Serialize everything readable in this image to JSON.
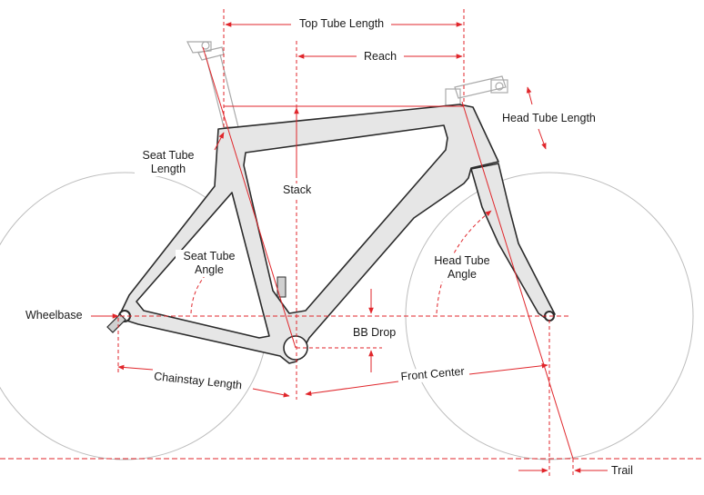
{
  "diagram": {
    "colors": {
      "frame_fill": "#e6e6e6",
      "frame_stroke": "#2b2b2b",
      "wheel_stroke": "#bdbdbd",
      "ghost_parts": "#a9a9a9",
      "dimension_red": "#e0262b"
    },
    "labels": {
      "top_tube_length": "Top Tube Length",
      "reach": "Reach",
      "head_tube_length": "Head Tube Length",
      "seat_tube_length": "Seat Tube Length",
      "stack": "Stack",
      "seat_tube_angle": "Seat Tube Angle",
      "head_tube_angle": "Head Tube Angle",
      "wheelbase": "Wheelbase",
      "bb_drop": "BB Drop",
      "chainstay_length": "Chainstay Length",
      "front_center": "Front Center",
      "trail": "Trail"
    }
  }
}
